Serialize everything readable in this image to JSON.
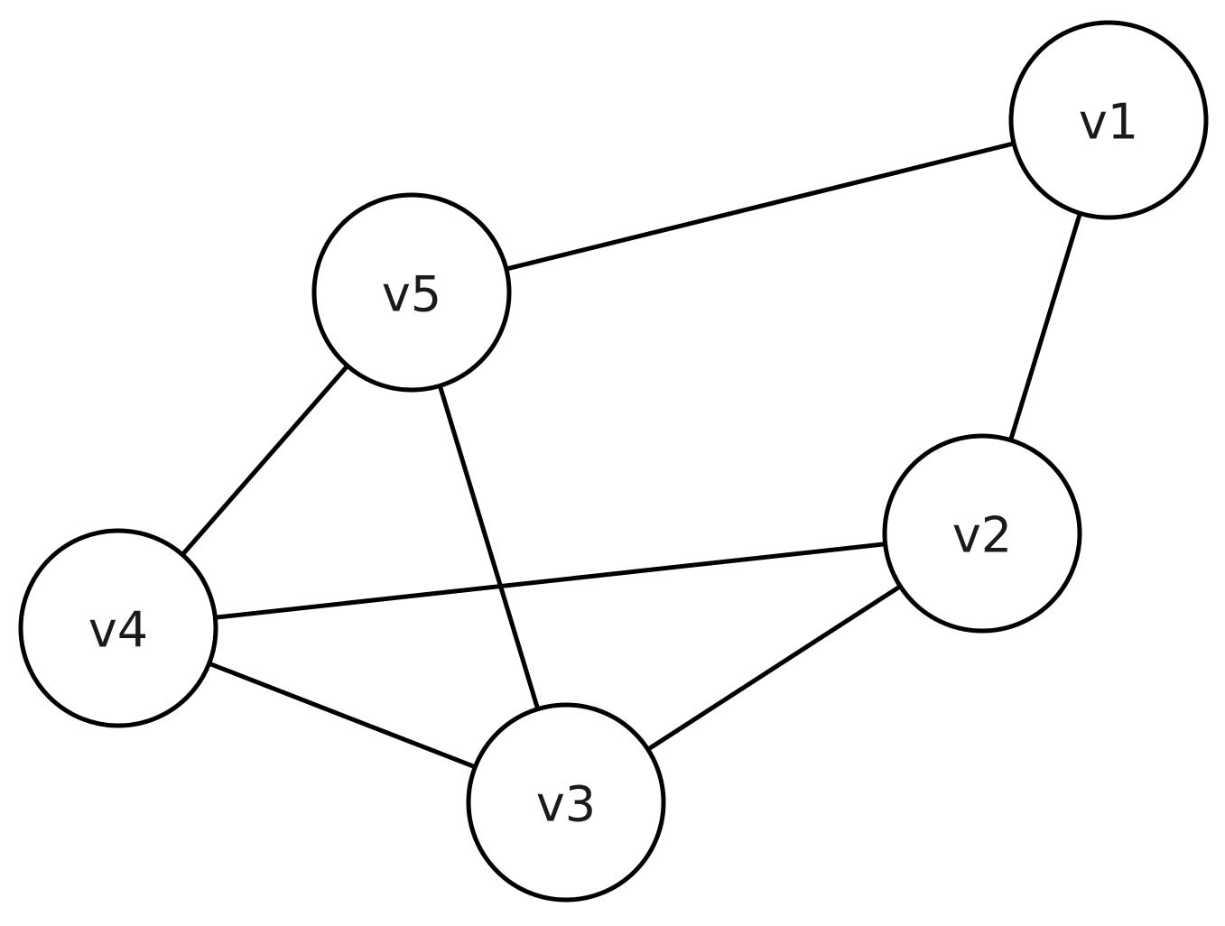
{
  "graph": {
    "nodes": [
      {
        "id": "v1",
        "label": "v1"
      },
      {
        "id": "v2",
        "label": "v2"
      },
      {
        "id": "v3",
        "label": "v3"
      },
      {
        "id": "v4",
        "label": "v4"
      },
      {
        "id": "v5",
        "label": "v5"
      }
    ],
    "edges": [
      {
        "from": "v5",
        "to": "v1"
      },
      {
        "from": "v1",
        "to": "v2"
      },
      {
        "from": "v5",
        "to": "v4"
      },
      {
        "from": "v5",
        "to": "v3"
      },
      {
        "from": "v4",
        "to": "v2"
      },
      {
        "from": "v4",
        "to": "v3"
      },
      {
        "from": "v3",
        "to": "v2"
      }
    ],
    "colors": {
      "stroke": "#000000",
      "fill": "#ffffff",
      "text": "#1a1a1a"
    }
  }
}
